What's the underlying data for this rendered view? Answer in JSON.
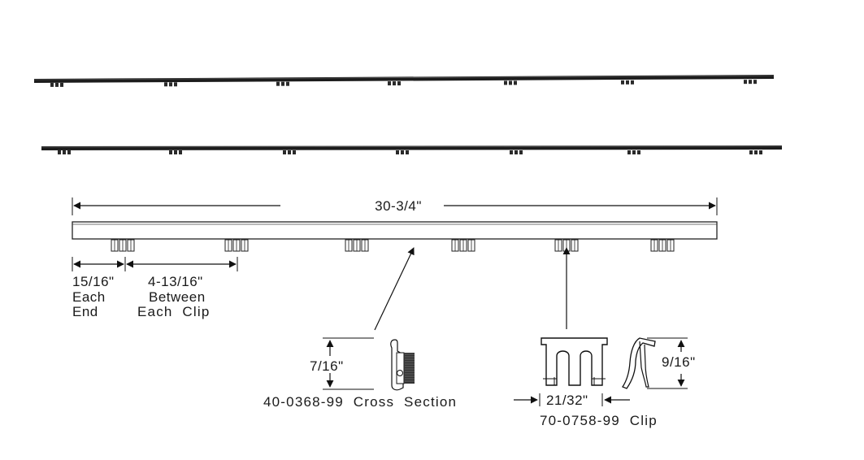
{
  "overall_length": "30-3/4\"",
  "end_offset": {
    "value": "15/16\"",
    "line1": "Each",
    "line2": "End"
  },
  "clip_spacing": {
    "value": "4-13/16\"",
    "line1": "Between",
    "line2": "Each  Clip"
  },
  "cross_section": {
    "height": "7/16\"",
    "caption": "40-0368-99  Cross  Section"
  },
  "clip": {
    "height": "9/16\"",
    "width": "21/32\"",
    "caption": "70-0758-99  Clip"
  }
}
